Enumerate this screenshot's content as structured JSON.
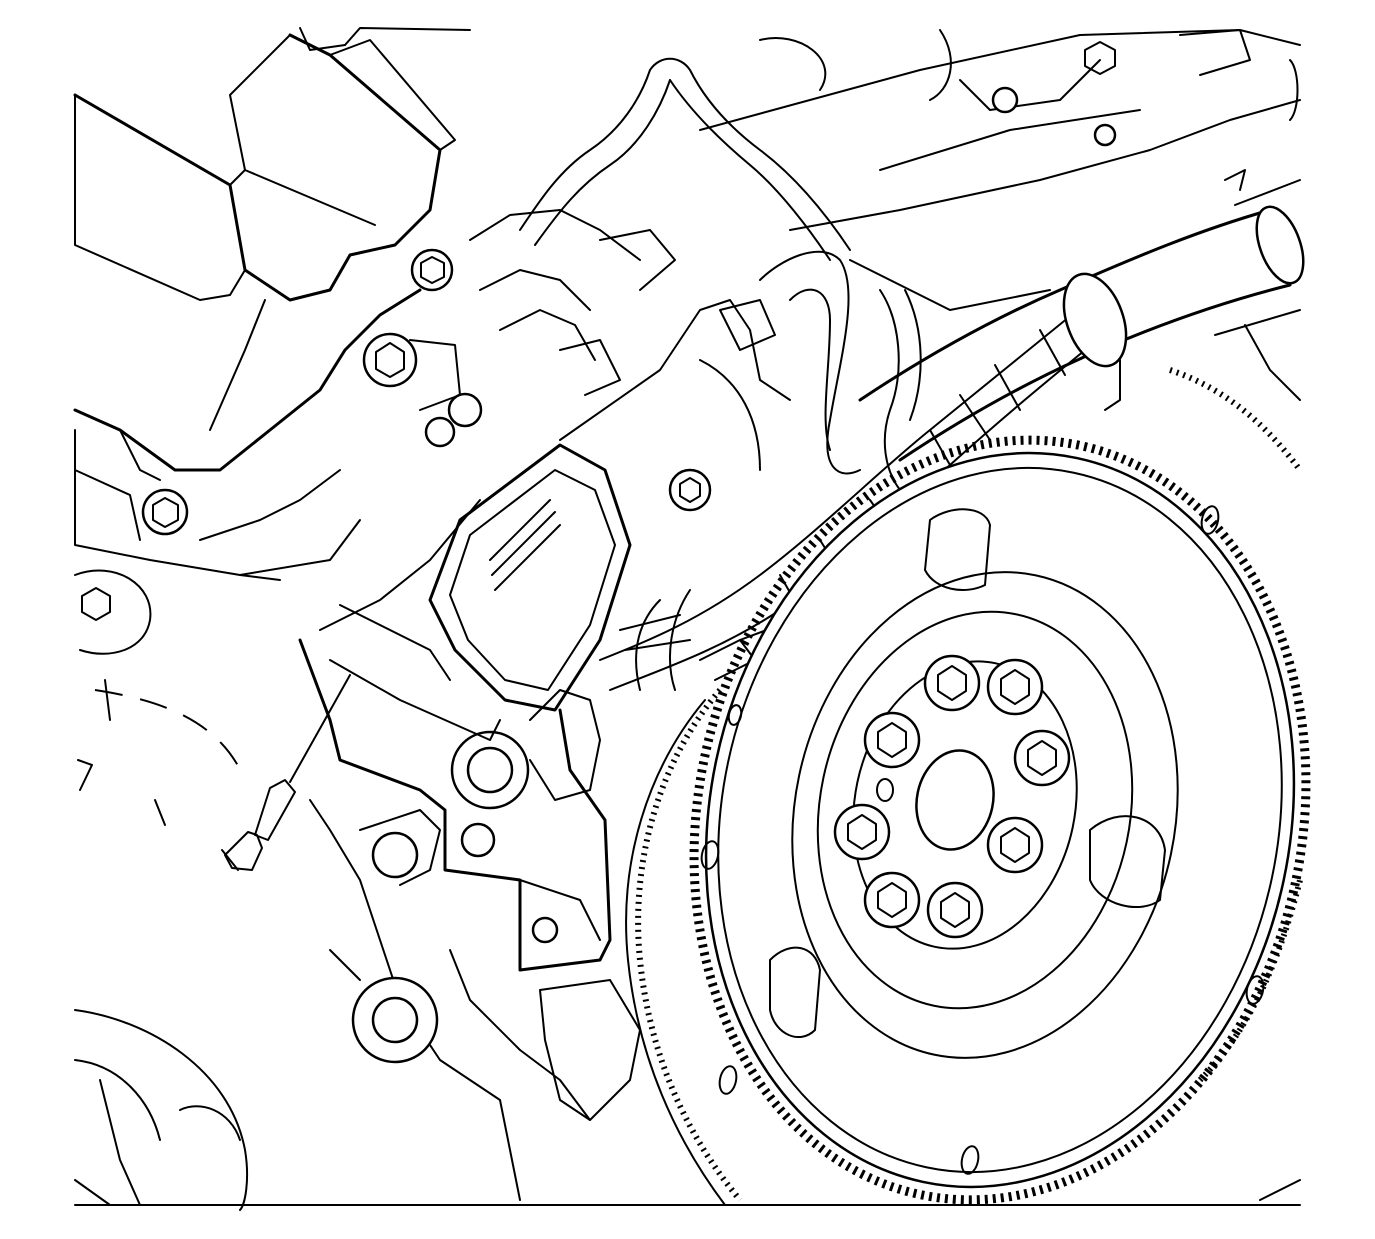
{
  "figure": {
    "kind": "technical line drawing",
    "style": "black-and-white line art",
    "colors": {
      "ink": "#000000",
      "paper": "#ffffff"
    }
  },
  "components": {
    "flywheel": {
      "bolt_count": 8,
      "ring_gear": true
    },
    "mounting_bolt": {
      "shown_removed": true
    },
    "sensor_connector": {
      "shown": true
    },
    "wiring_harness": {
      "shown": true
    }
  }
}
